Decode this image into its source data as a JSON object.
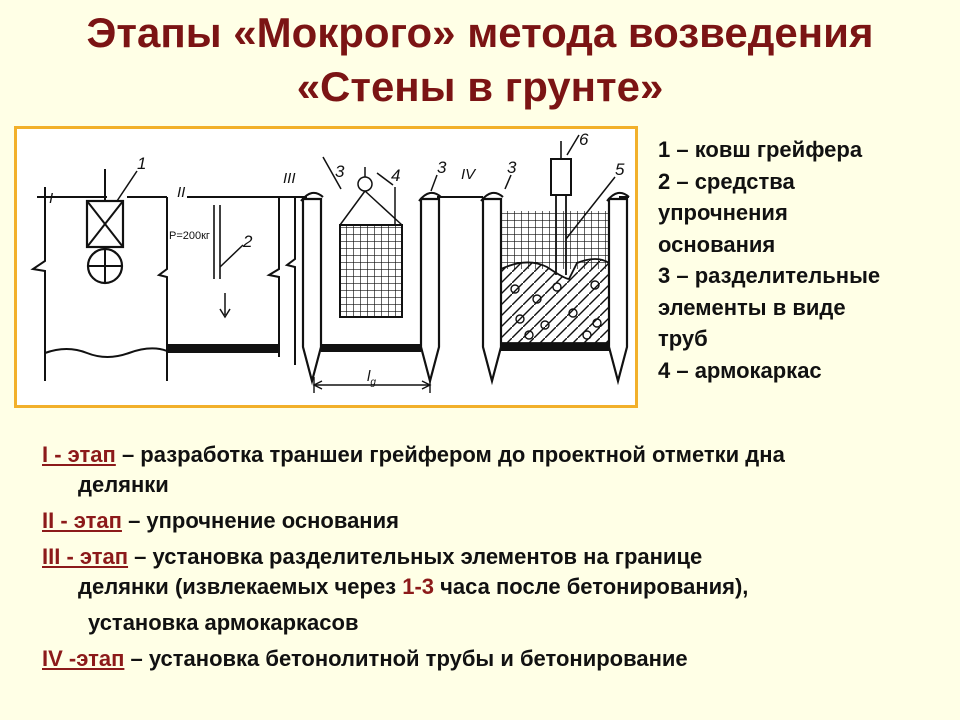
{
  "title": {
    "line1": "Этапы «Мокрого» метода возведения",
    "line2": "«Стены в грунте»"
  },
  "diagram": {
    "stage_numerals": [
      "I",
      "II",
      "III",
      "IV"
    ],
    "callouts": [
      "1",
      "2",
      "3",
      "4",
      "3",
      "3",
      "6",
      "5"
    ],
    "weight_label": "P=200кг",
    "dimension_label": "l",
    "dimension_subscript": "g"
  },
  "legend": [
    "1 – ковш грейфера",
    "2 – средства",
    "упрочнения",
    "основания",
    "3 – разделительные",
    "элементы в виде",
    "труб",
    "4 – армокаркас"
  ],
  "stages": [
    {
      "label": "I - этап",
      "lines": [
        "– разработка траншеи грейфером до проектной отметки дна",
        "делянки"
      ]
    },
    {
      "label": "II - этап",
      "lines": [
        "–  упрочнение основания"
      ]
    },
    {
      "label": "III - этап",
      "lines": [
        "– установка разделительных элементов на границе"
      ],
      "line2_before": "делянки (извлекаемых через ",
      "line2_highlight": "1-3",
      "line2_after": " часа после бетонирования),",
      "line3": "установка армокаркасов"
    },
    {
      "label": "IV -этап",
      "lines": [
        "– установка бетонолитной трубы и бетонирование"
      ]
    }
  ],
  "colors": {
    "title": "#7b1414",
    "stage_label": "#8c1a1a",
    "frame_border": "#f2b02a",
    "background": "#ffffe6"
  }
}
